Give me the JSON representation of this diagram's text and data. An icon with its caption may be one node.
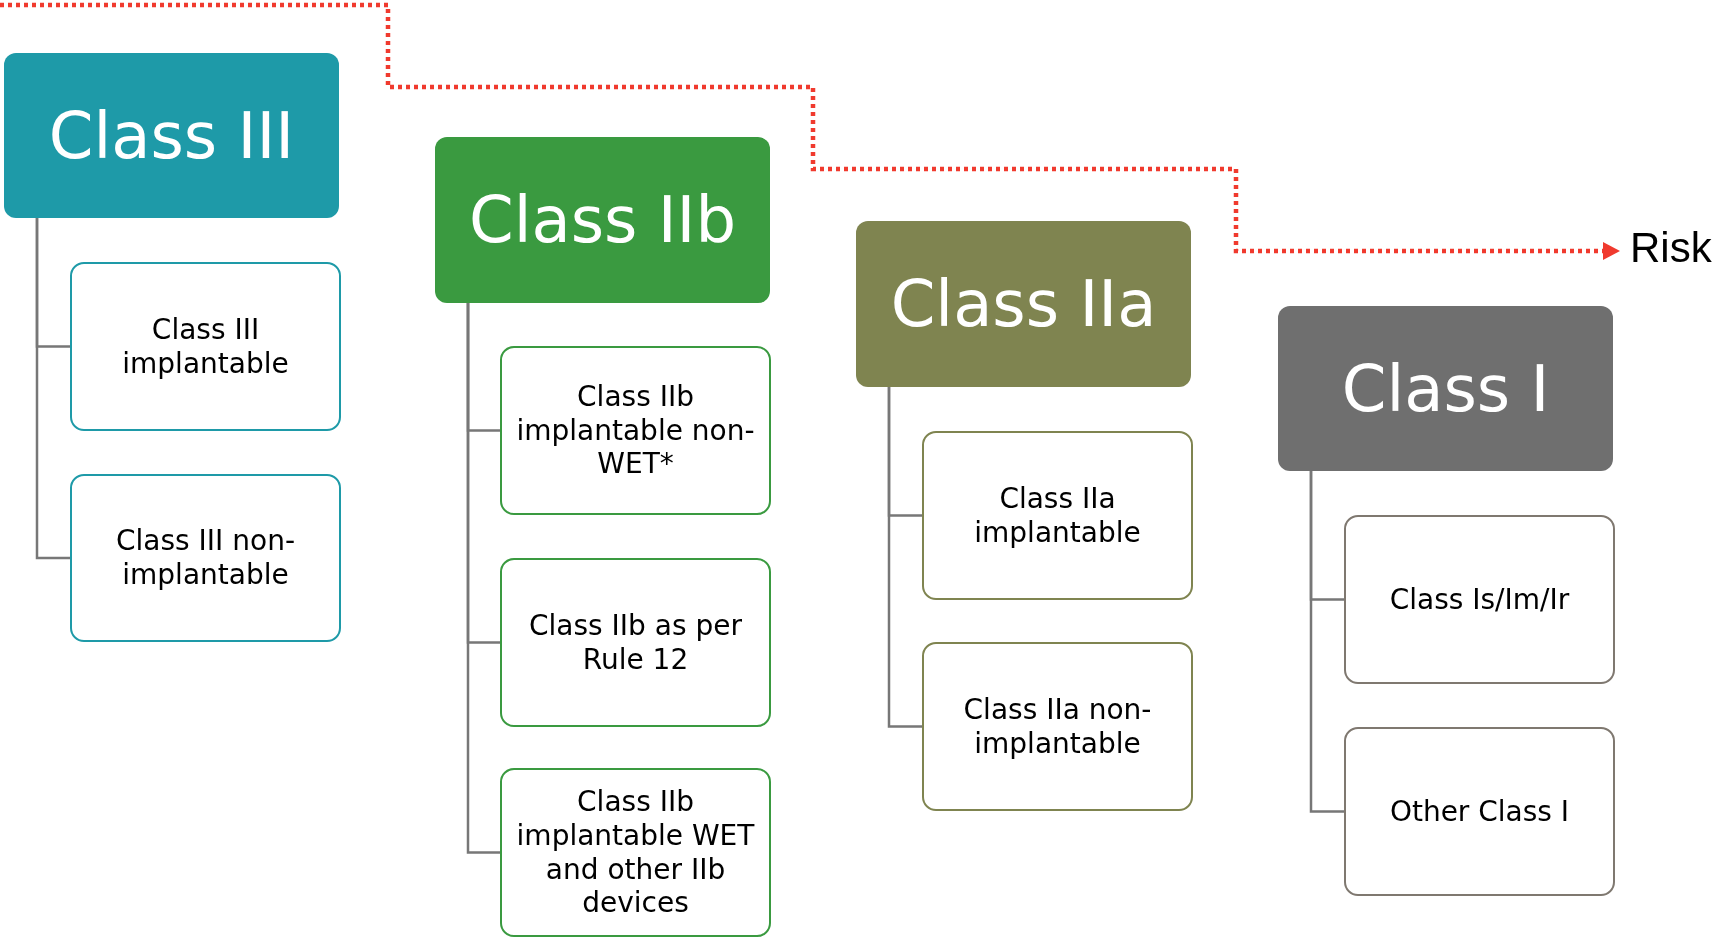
{
  "diagram": {
    "nodes": [
      {
        "text": [
          "Class III"
        ]
      },
      {
        "text": [
          "Class III implantable"
        ]
      },
      {
        "text": [
          "Class III non-implantable"
        ]
      },
      {
        "text": [
          "Class IIb"
        ]
      },
      {
        "text": [
          "Class IIb implantable non-WET*"
        ]
      },
      {
        "text": [
          "Class IIb as per Rule 12"
        ]
      },
      {
        "text": [
          "Class IIb implantable WET and other IIb devices"
        ]
      },
      {
        "text": [
          "Class IIa"
        ]
      },
      {
        "text": [
          "Class IIa implantable"
        ]
      },
      {
        "text": [
          "Class IIa non-implantable"
        ]
      },
      {
        "text": [
          "Class I"
        ]
      },
      {
        "text": [
          "Class Is/Im/Ir"
        ]
      },
      {
        "text": [
          "Other Class I"
        ]
      }
    ],
    "edges": [
      {
        "from": 0,
        "to": 1,
        "arrow": "none"
      },
      {
        "from": 0,
        "to": 2,
        "arrow": "none"
      },
      {
        "from": 3,
        "to": 4,
        "arrow": "none"
      },
      {
        "from": 3,
        "to": 5,
        "arrow": "none"
      },
      {
        "from": 3,
        "to": 6,
        "arrow": "none"
      },
      {
        "from": 7,
        "to": 8,
        "arrow": "none"
      },
      {
        "from": 7,
        "to": 9,
        "arrow": "none"
      },
      {
        "from": 10,
        "to": 11,
        "arrow": "none"
      },
      {
        "from": 10,
        "to": 12,
        "arrow": "none"
      }
    ],
    "labels": [
      "Risk"
    ]
  }
}
